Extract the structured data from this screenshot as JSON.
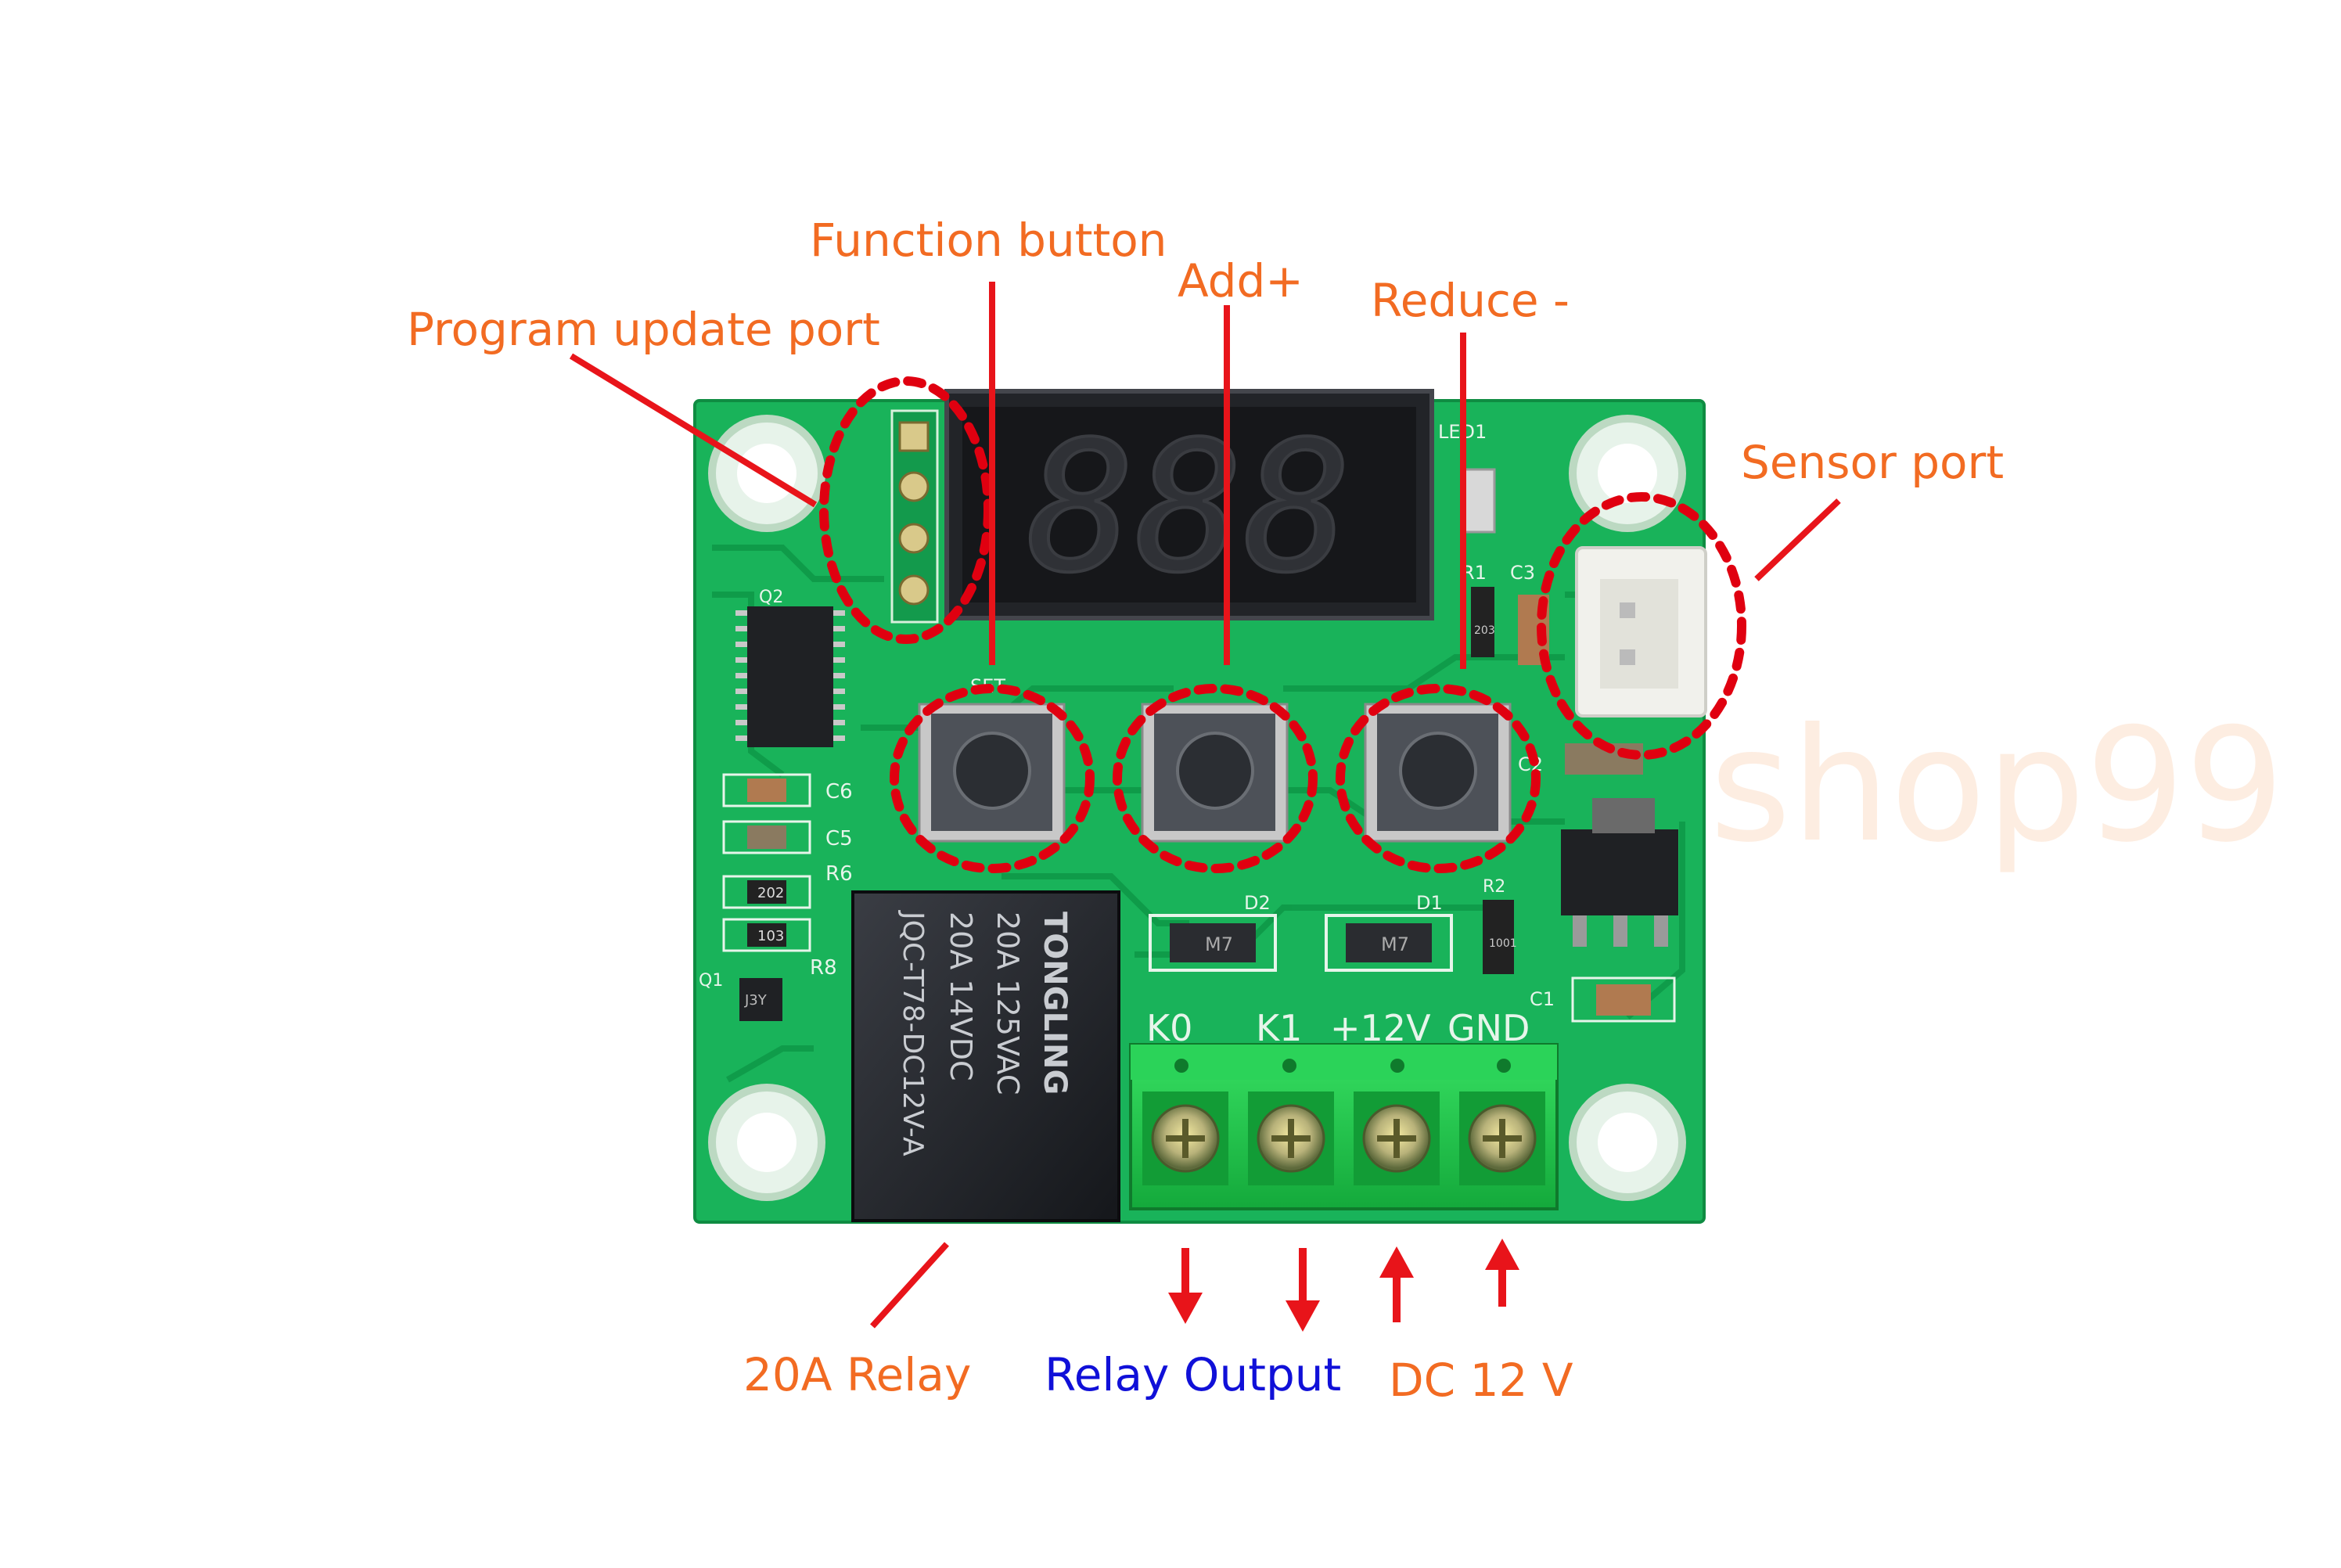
{
  "labels": {
    "program_update_port": "Program update port",
    "function_button": "Function button",
    "add": "Add+",
    "reduce": "Reduce -",
    "sensor_port": "Sensor port",
    "relay_20a": "20A Relay",
    "relay_output": "Relay Output",
    "dc_12v": "DC 12 V"
  },
  "watermark": "shop99",
  "display": {
    "digits": "888"
  },
  "silkscreen": {
    "q2": "Q2",
    "c6": "C6",
    "c5": "C5",
    "r6": "R6",
    "r8": "R8",
    "q1": "Q1",
    "d1": "D1",
    "d2": "D2",
    "c1": "C1",
    "c2": "C2",
    "c3": "C3",
    "r1": "R1",
    "led1": "LED1",
    "k0": "K0",
    "k1": "K1",
    "plus12v": "+12V",
    "gnd": "GND",
    "set": "SET",
    "r2": "R2",
    "res202": "202",
    "res103": "103",
    "res203": "203",
    "res1001": "1001",
    "diode_m7_a": "M7",
    "diode_m7_b": "M7",
    "j3y": "J3Y"
  },
  "relay": {
    "brand": "TONGLING",
    "rating_1": "20A  125VAC",
    "rating_2": "20A  14VDC",
    "model": "JQC-T78-DC12V-A"
  },
  "colors": {
    "callout_text": "#f26b22",
    "relay_output_text": "#1010d8",
    "pointer": "#e8141a",
    "dashed_circle": "#e00010",
    "pcb": "#19b35a",
    "pcb_dark": "#0f8c42",
    "terminal_block": "#1fcc4c",
    "watermark": "#f5a060"
  }
}
